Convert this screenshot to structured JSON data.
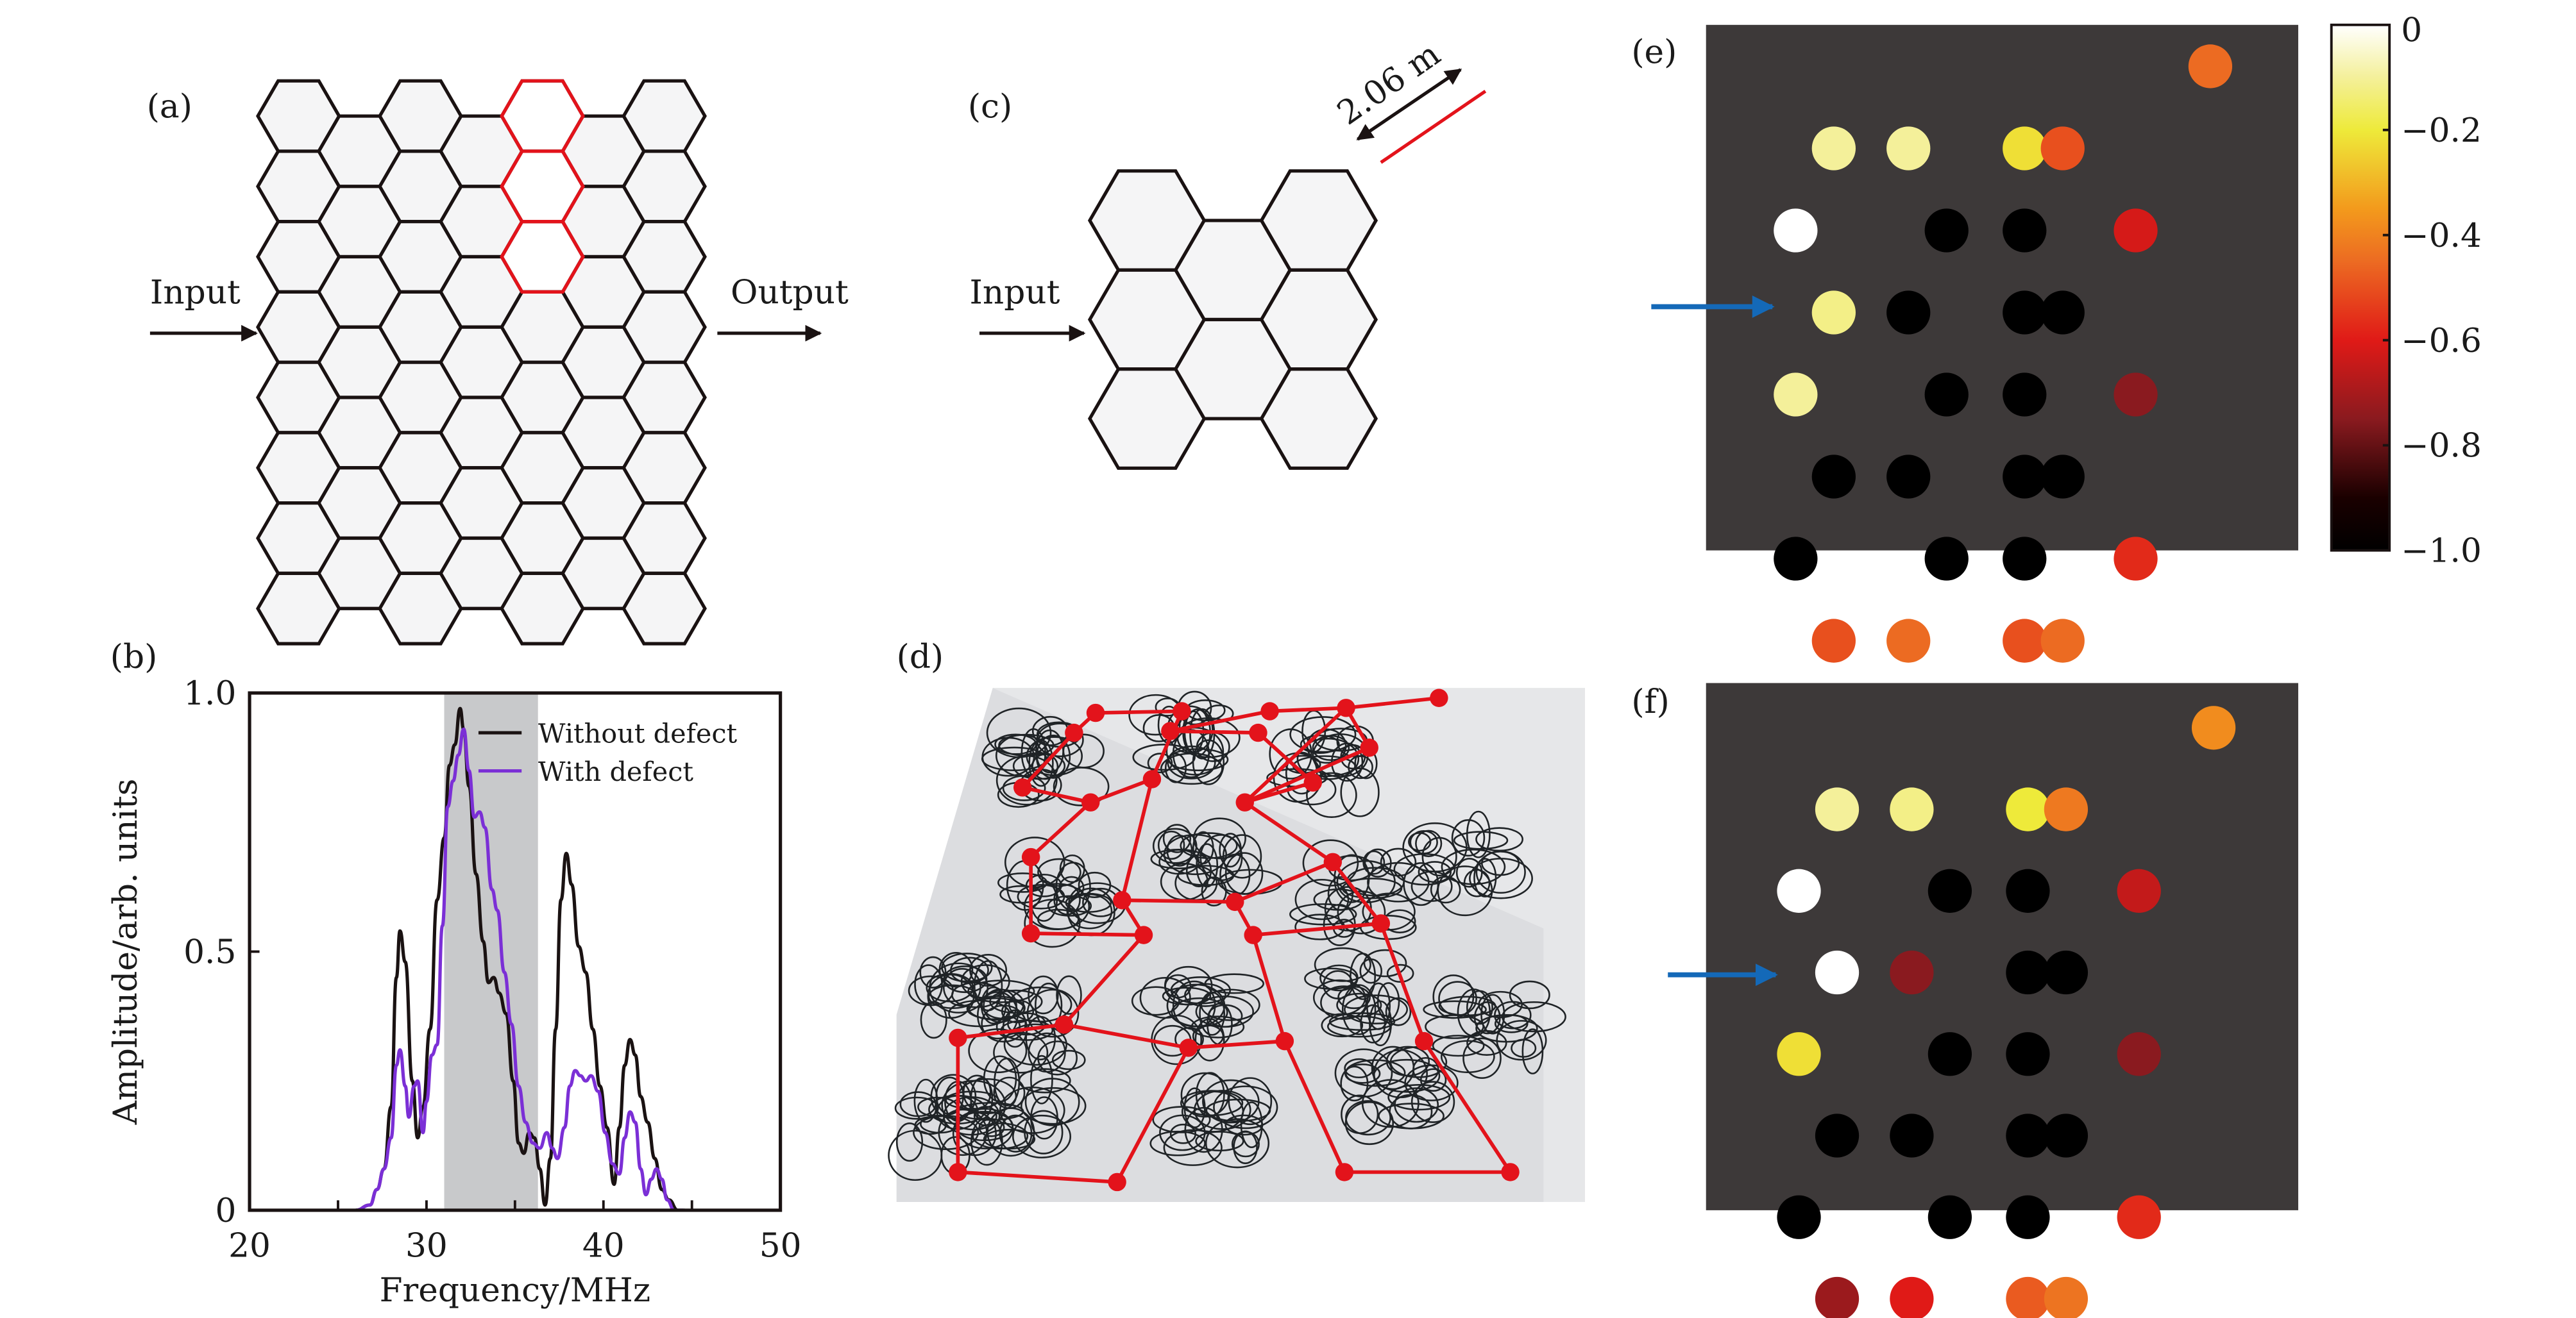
{
  "panels": {
    "a": {
      "label": "(a)",
      "input_label": "Input",
      "output_label": "Output",
      "defect_color": "#e3131b"
    },
    "b": {
      "label": "(b)"
    },
    "c": {
      "label": "(c)",
      "input_label": "Input",
      "length_label": "2.06 m",
      "red_edge_color": "#e3131b"
    },
    "d": {
      "label": "(d)",
      "description": "Photograph of coaxial-cable network with red overlay of hexagonal lattice nodes"
    },
    "e": {
      "label": "(e)"
    },
    "f": {
      "label": "(f)"
    }
  },
  "colorbar": {
    "ticks": [
      "0",
      "−0.2",
      "−0.4",
      "−0.6",
      "−0.8",
      "−1.0"
    ],
    "range": [
      -1.0,
      0
    ],
    "colormap": "hot"
  },
  "chart_data": [
    {
      "type": "line",
      "panel": "b",
      "title": "",
      "xlabel": "Frequency/MHz",
      "ylabel": "Amplitude/arb. units",
      "xlim": [
        20,
        50
      ],
      "ylim": [
        0,
        1.0
      ],
      "xticks": [
        "20",
        "30",
        "40",
        "50"
      ],
      "yticks": [
        "0",
        "0.5",
        "1.0"
      ],
      "shaded_band": [
        31,
        36.3
      ],
      "legend_position": "top-right",
      "series": [
        {
          "name": "Without defect",
          "color": "#1a1212",
          "x": [
            26,
            26.8,
            27.2,
            27.6,
            28.0,
            28.3,
            28.5,
            28.8,
            29.2,
            29.5,
            29.8,
            30.2,
            30.6,
            31.0,
            31.3,
            31.6,
            31.9,
            32.1,
            32.4,
            32.8,
            33.2,
            33.5,
            33.8,
            34.1,
            34.5,
            34.9,
            35.2,
            35.5,
            35.8,
            36.1,
            36.4,
            36.7,
            37.0,
            37.3,
            37.6,
            37.9,
            38.2,
            38.6,
            39.0,
            39.4,
            39.8,
            40.2,
            40.6,
            40.9,
            41.2,
            41.5,
            41.8,
            42.1,
            42.5,
            42.9,
            43.3,
            43.7,
            44.2,
            44.6
          ],
          "y": [
            0.0,
            0.01,
            0.04,
            0.08,
            0.2,
            0.45,
            0.54,
            0.48,
            0.25,
            0.14,
            0.2,
            0.35,
            0.6,
            0.72,
            0.86,
            0.9,
            0.97,
            0.93,
            0.82,
            0.65,
            0.52,
            0.44,
            0.45,
            0.42,
            0.38,
            0.25,
            0.13,
            0.11,
            0.15,
            0.14,
            0.08,
            0.01,
            0.1,
            0.35,
            0.6,
            0.69,
            0.63,
            0.51,
            0.46,
            0.35,
            0.24,
            0.16,
            0.05,
            0.16,
            0.28,
            0.33,
            0.3,
            0.22,
            0.17,
            0.1,
            0.04,
            0.02,
            0.0,
            0.0
          ]
        },
        {
          "name": "With defect",
          "color": "#7b2fd6",
          "x": [
            26,
            26.8,
            27.2,
            27.6,
            28.0,
            28.3,
            28.5,
            28.8,
            29.0,
            29.3,
            29.5,
            29.8,
            30.0,
            30.3,
            30.6,
            30.9,
            31.2,
            31.5,
            31.8,
            32.1,
            32.4,
            32.7,
            33.0,
            33.3,
            33.7,
            34.0,
            34.4,
            34.8,
            35.2,
            35.6,
            36.0,
            36.4,
            36.8,
            37.1,
            37.4,
            37.8,
            38.1,
            38.4,
            38.7,
            39.0,
            39.3,
            39.7,
            40.1,
            40.5,
            40.9,
            41.2,
            41.5,
            41.8,
            42.1,
            42.4,
            42.7,
            43.0,
            43.3,
            43.6,
            44.0,
            44.5
          ],
          "y": [
            0.0,
            0.01,
            0.04,
            0.08,
            0.14,
            0.28,
            0.31,
            0.24,
            0.18,
            0.24,
            0.25,
            0.15,
            0.21,
            0.3,
            0.32,
            0.55,
            0.78,
            0.83,
            0.88,
            0.93,
            0.85,
            0.76,
            0.77,
            0.74,
            0.62,
            0.58,
            0.46,
            0.36,
            0.24,
            0.17,
            0.13,
            0.12,
            0.15,
            0.12,
            0.1,
            0.16,
            0.24,
            0.27,
            0.26,
            0.25,
            0.26,
            0.23,
            0.15,
            0.09,
            0.07,
            0.14,
            0.19,
            0.17,
            0.08,
            0.03,
            0.06,
            0.08,
            0.06,
            0.02,
            0.0,
            0.0
          ]
        }
      ]
    },
    {
      "type": "heatmap",
      "panel": "e",
      "value_range": [
        -1.0,
        0
      ],
      "marker": "input-arrow",
      "points": [
        {
          "col": 7,
          "row": 0,
          "value": -0.45
        },
        {
          "col": 1,
          "row": 1,
          "value": -0.1
        },
        {
          "col": 2,
          "row": 1,
          "value": -0.1
        },
        {
          "col": 4,
          "row": 1,
          "value": -0.22
        },
        {
          "col": 5,
          "row": 1,
          "value": -0.5
        },
        {
          "col": 0,
          "row": 2,
          "value": 0.0
        },
        {
          "col": 3,
          "row": 2,
          "value": -1.0
        },
        {
          "col": 4,
          "row": 2,
          "value": -1.0
        },
        {
          "col": 6,
          "row": 2,
          "value": -0.62
        },
        {
          "col": 1,
          "row": 3,
          "value": -0.12
        },
        {
          "col": 2,
          "row": 3,
          "value": -1.0
        },
        {
          "col": 4,
          "row": 3,
          "value": -1.0
        },
        {
          "col": 5,
          "row": 3,
          "value": -1.0
        },
        {
          "col": 0,
          "row": 4,
          "value": -0.1
        },
        {
          "col": 3,
          "row": 4,
          "value": -1.0
        },
        {
          "col": 4,
          "row": 4,
          "value": -1.0
        },
        {
          "col": 6,
          "row": 4,
          "value": -0.75
        },
        {
          "col": 1,
          "row": 5,
          "value": -1.0
        },
        {
          "col": 2,
          "row": 5,
          "value": -1.0
        },
        {
          "col": 4,
          "row": 5,
          "value": -1.0
        },
        {
          "col": 5,
          "row": 5,
          "value": -1.0
        },
        {
          "col": 0,
          "row": 6,
          "value": -1.0
        },
        {
          "col": 3,
          "row": 6,
          "value": -1.0
        },
        {
          "col": 4,
          "row": 6,
          "value": -1.0
        },
        {
          "col": 6,
          "row": 6,
          "value": -0.57
        },
        {
          "col": 1,
          "row": 7,
          "value": -0.5
        },
        {
          "col": 2,
          "row": 7,
          "value": -0.45
        },
        {
          "col": 4,
          "row": 7,
          "value": -0.5
        },
        {
          "col": 5,
          "row": 7,
          "value": -0.45
        }
      ]
    },
    {
      "type": "heatmap",
      "panel": "f",
      "value_range": [
        -1.0,
        0
      ],
      "marker": "input-arrow",
      "points": [
        {
          "col": 7,
          "row": 0,
          "value": -0.38
        },
        {
          "col": 1,
          "row": 1,
          "value": -0.1
        },
        {
          "col": 2,
          "row": 1,
          "value": -0.12
        },
        {
          "col": 4,
          "row": 1,
          "value": -0.2
        },
        {
          "col": 5,
          "row": 1,
          "value": -0.42
        },
        {
          "col": 0,
          "row": 2,
          "value": 0.0
        },
        {
          "col": 3,
          "row": 2,
          "value": -1.0
        },
        {
          "col": 4,
          "row": 2,
          "value": -1.0
        },
        {
          "col": 6,
          "row": 2,
          "value": -0.65
        },
        {
          "col": 1,
          "row": 3,
          "value": 0.0
        },
        {
          "col": 2,
          "row": 3,
          "value": -0.75
        },
        {
          "col": 4,
          "row": 3,
          "value": -1.0
        },
        {
          "col": 5,
          "row": 3,
          "value": -1.0
        },
        {
          "col": 0,
          "row": 4,
          "value": -0.22
        },
        {
          "col": 3,
          "row": 4,
          "value": -1.0
        },
        {
          "col": 4,
          "row": 4,
          "value": -1.0
        },
        {
          "col": 6,
          "row": 4,
          "value": -0.75
        },
        {
          "col": 1,
          "row": 5,
          "value": -1.0
        },
        {
          "col": 2,
          "row": 5,
          "value": -1.0
        },
        {
          "col": 4,
          "row": 5,
          "value": -1.0
        },
        {
          "col": 5,
          "row": 5,
          "value": -1.0
        },
        {
          "col": 0,
          "row": 6,
          "value": -1.0
        },
        {
          "col": 3,
          "row": 6,
          "value": -1.0
        },
        {
          "col": 4,
          "row": 6,
          "value": -1.0
        },
        {
          "col": 6,
          "row": 6,
          "value": -0.57
        },
        {
          "col": 1,
          "row": 7,
          "value": -0.72
        },
        {
          "col": 2,
          "row": 7,
          "value": -0.6
        },
        {
          "col": 4,
          "row": 7,
          "value": -0.48
        },
        {
          "col": 5,
          "row": 7,
          "value": -0.43
        }
      ]
    }
  ]
}
